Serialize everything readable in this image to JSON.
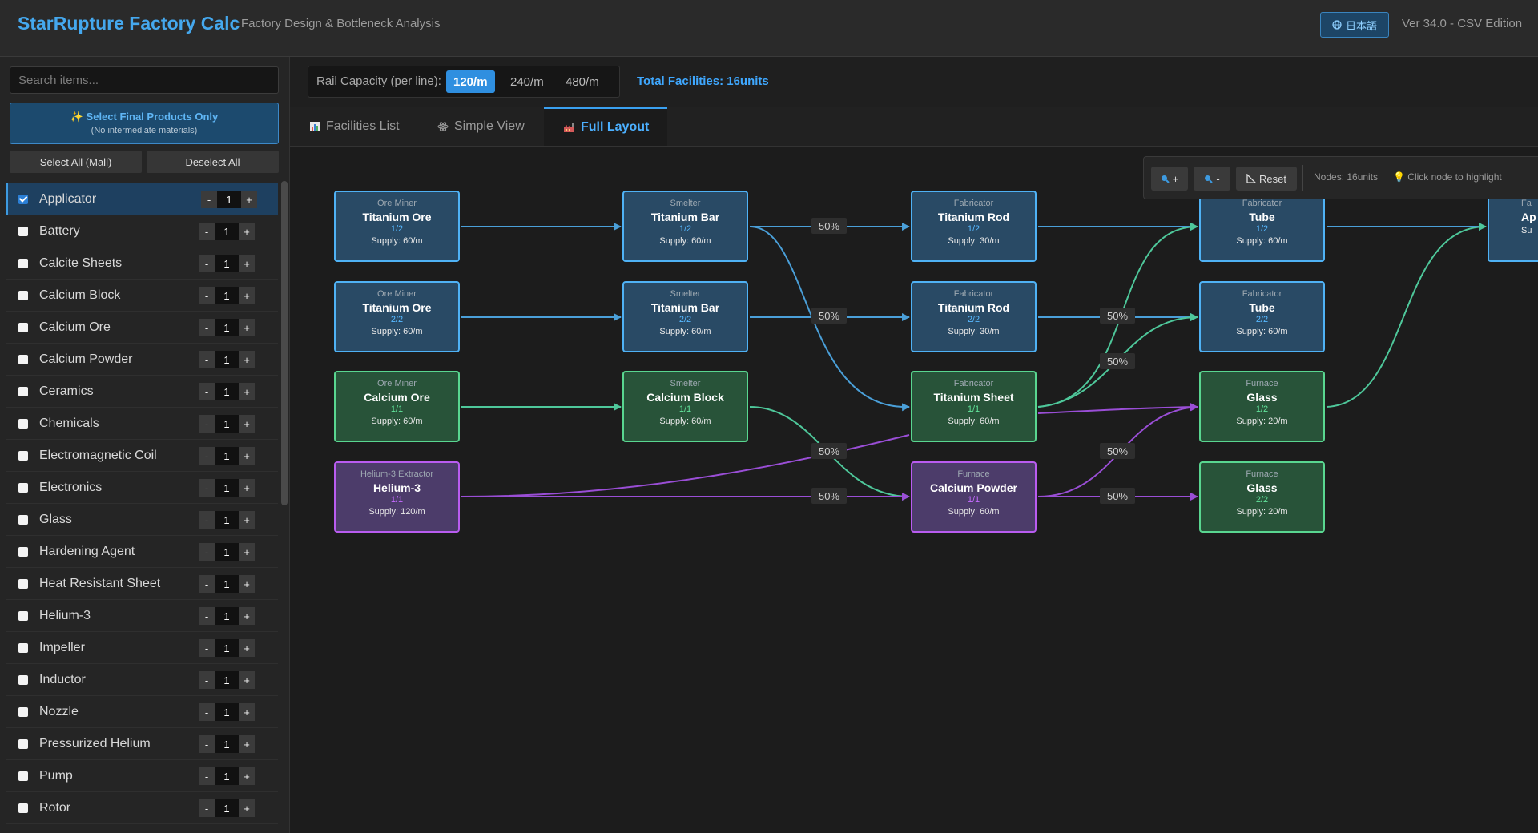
{
  "header": {
    "title": "StarRupture Factory Calc",
    "subtitle": "Factory Design & Bottleneck Analysis",
    "language_button": "日本語",
    "version": "Ver 34.0 - CSV Edition"
  },
  "sidebar": {
    "search_placeholder": "Search items...",
    "final_button": {
      "title": "Select Final Products Only",
      "subtitle": "(No intermediate materials)"
    },
    "select_all": "Select All (Mall)",
    "deselect_all": "Deselect All",
    "items": [
      {
        "name": "Applicator",
        "qty": "1",
        "checked": true
      },
      {
        "name": "Battery",
        "qty": "1",
        "checked": false
      },
      {
        "name": "Calcite Sheets",
        "qty": "1",
        "checked": false
      },
      {
        "name": "Calcium Block",
        "qty": "1",
        "checked": false
      },
      {
        "name": "Calcium Ore",
        "qty": "1",
        "checked": false
      },
      {
        "name": "Calcium Powder",
        "qty": "1",
        "checked": false
      },
      {
        "name": "Ceramics",
        "qty": "1",
        "checked": false
      },
      {
        "name": "Chemicals",
        "qty": "1",
        "checked": false
      },
      {
        "name": "Electromagnetic Coil",
        "qty": "1",
        "checked": false
      },
      {
        "name": "Electronics",
        "qty": "1",
        "checked": false
      },
      {
        "name": "Glass",
        "qty": "1",
        "checked": false
      },
      {
        "name": "Hardening Agent",
        "qty": "1",
        "checked": false
      },
      {
        "name": "Heat Resistant Sheet",
        "qty": "1",
        "checked": false
      },
      {
        "name": "Helium-3",
        "qty": "1",
        "checked": false
      },
      {
        "name": "Impeller",
        "qty": "1",
        "checked": false
      },
      {
        "name": "Inductor",
        "qty": "1",
        "checked": false
      },
      {
        "name": "Nozzle",
        "qty": "1",
        "checked": false
      },
      {
        "name": "Pressurized Helium",
        "qty": "1",
        "checked": false
      },
      {
        "name": "Pump",
        "qty": "1",
        "checked": false
      },
      {
        "name": "Rotor",
        "qty": "1",
        "checked": false
      }
    ],
    "stepper_minus": "-",
    "stepper_plus": "+"
  },
  "toolbar": {
    "rail_label": "Rail Capacity (per line):",
    "rail_options": [
      "120/m",
      "240/m",
      "480/m"
    ],
    "rail_selected": "120/m",
    "total_facilities": "Total Facilities: 16units"
  },
  "tabs": [
    {
      "label": "Facilities List",
      "icon": "chart-icon",
      "active": false
    },
    {
      "label": "Simple View",
      "icon": "atom-icon",
      "active": false
    },
    {
      "label": "Full Layout",
      "icon": "factory-icon",
      "active": true
    }
  ],
  "zoom": {
    "zoom_in": "+",
    "zoom_out": "-",
    "reset": "Reset",
    "nodes_count": "Nodes: 16units",
    "hint": "Click node to highlight"
  },
  "graph": {
    "nodes": [
      {
        "id": "n1",
        "facility": "Ore Miner",
        "product": "Titanium Ore",
        "index": "1/2",
        "supply": "Supply: 60/m",
        "color": "blue"
      },
      {
        "id": "n2",
        "facility": "Ore Miner",
        "product": "Titanium Ore",
        "index": "2/2",
        "supply": "Supply: 60/m",
        "color": "blue"
      },
      {
        "id": "n3",
        "facility": "Ore Miner",
        "product": "Calcium Ore",
        "index": "1/1",
        "supply": "Supply: 60/m",
        "color": "green"
      },
      {
        "id": "n4",
        "facility": "Helium-3 Extractor",
        "product": "Helium-3",
        "index": "1/1",
        "supply": "Supply: 120/m",
        "color": "purple"
      },
      {
        "id": "n5",
        "facility": "Smelter",
        "product": "Titanium Bar",
        "index": "1/2",
        "supply": "Supply: 60/m",
        "color": "blue"
      },
      {
        "id": "n6",
        "facility": "Smelter",
        "product": "Titanium Bar",
        "index": "2/2",
        "supply": "Supply: 60/m",
        "color": "blue"
      },
      {
        "id": "n7",
        "facility": "Smelter",
        "product": "Calcium Block",
        "index": "1/1",
        "supply": "Supply: 60/m",
        "color": "green"
      },
      {
        "id": "n8",
        "facility": "Fabricator",
        "product": "Titanium Rod",
        "index": "1/2",
        "supply": "Supply: 30/m",
        "color": "blue"
      },
      {
        "id": "n9",
        "facility": "Fabricator",
        "product": "Titanium Rod",
        "index": "2/2",
        "supply": "Supply: 30/m",
        "color": "blue"
      },
      {
        "id": "n10",
        "facility": "Fabricator",
        "product": "Titanium Sheet",
        "index": "1/1",
        "supply": "Supply: 60/m",
        "color": "green"
      },
      {
        "id": "n11",
        "facility": "Furnace",
        "product": "Calcium Powder",
        "index": "1/1",
        "supply": "Supply: 60/m",
        "color": "purple"
      },
      {
        "id": "n12",
        "facility": "Fabricator",
        "product": "Tube",
        "index": "1/2",
        "supply": "Supply: 60/m",
        "color": "blue"
      },
      {
        "id": "n13",
        "facility": "Fabricator",
        "product": "Tube",
        "index": "2/2",
        "supply": "Supply: 60/m",
        "color": "blue"
      },
      {
        "id": "n14",
        "facility": "Furnace",
        "product": "Glass",
        "index": "1/2",
        "supply": "Supply: 20/m",
        "color": "green"
      },
      {
        "id": "n15",
        "facility": "Furnace",
        "product": "Glass",
        "index": "2/2",
        "supply": "Supply: 20/m",
        "color": "green"
      },
      {
        "id": "n16",
        "facility": "Fa",
        "product": "Ap",
        "index": "",
        "supply": "Su",
        "color": "blue"
      }
    ],
    "split_labels": [
      "50%",
      "50%",
      "50%",
      "50%",
      "50%",
      "50%",
      "50%"
    ]
  },
  "colors": {
    "accent": "#45a8ee",
    "edge_blue": "#4a9fd8",
    "edge_green": "#4ec79a",
    "edge_purple": "#9a4ed6"
  }
}
